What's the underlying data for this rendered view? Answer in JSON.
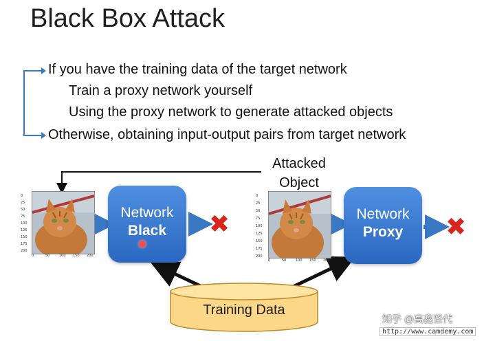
{
  "slide": {
    "title": "Black Box Attack",
    "bullets": [
      "If you have the training data of the target network",
      "Train a proxy network yourself",
      "Using the proxy network to generate attacked objects",
      "Otherwise, obtaining input-output pairs from target network"
    ]
  },
  "diagram": {
    "attacked_object_label_1": "Attacked",
    "attacked_object_label_2": "Object",
    "left_network": {
      "line1": "Network",
      "line2": "Black"
    },
    "right_network": {
      "line1": "Network",
      "line2": "Proxy"
    },
    "training_data_label": "Training Data",
    "x_ticks": [
      "0",
      "50",
      "100",
      "150",
      "200"
    ],
    "y_ticks": [
      "0",
      "25",
      "50",
      "75",
      "100",
      "125",
      "150",
      "175",
      "200"
    ],
    "fail_mark": "✖",
    "colors": {
      "network_blue": "#2b67c1",
      "arrow_blue": "#3a78c4",
      "cylinder": "#fbd787",
      "fail_red": "#d8261c"
    }
  },
  "watermark": {
    "site": "知乎 @高鑫坚代",
    "url": "http://www.camdemy.com"
  }
}
